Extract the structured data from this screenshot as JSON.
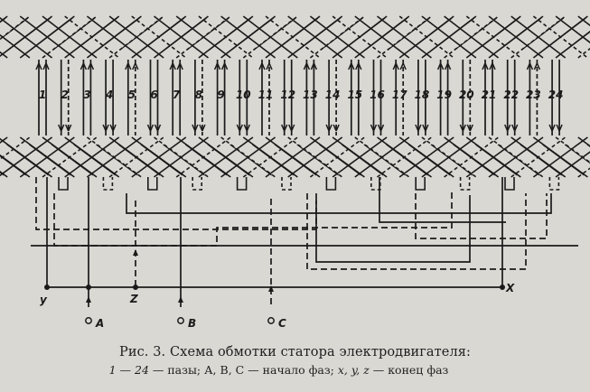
{
  "figure": {
    "caption_title": "Рис. 3. Схема обмотки статора электродвигателя:",
    "caption_range": "1 — 24",
    "caption_slots": " — пазы; ",
    "caption_starts_letters": "А,  В,  С",
    "caption_starts_text": " — начало фаз; ",
    "caption_ends_letters": "x,  y,  z",
    "caption_ends_text": " — конец фаз"
  },
  "slots": [
    "1",
    "2",
    "3",
    "4",
    "5",
    "6",
    "7",
    "8",
    "9",
    "10",
    "11",
    "12",
    "13",
    "14",
    "15",
    "16",
    "17",
    "18",
    "19",
    "20",
    "21",
    "22",
    "23",
    "24"
  ],
  "terminals": {
    "start_a": "A",
    "start_b": "B",
    "start_c": "C",
    "end_x": "X",
    "end_y": "y",
    "end_z": "Z"
  },
  "colors": {
    "ink": "#1a1a1a",
    "paper": "#d9d8d3"
  }
}
